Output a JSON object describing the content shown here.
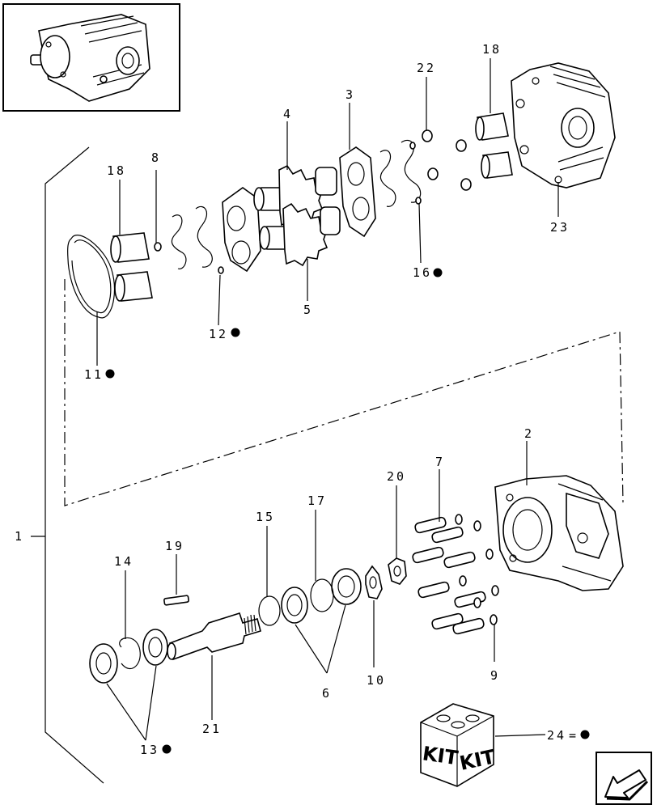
{
  "callouts": {
    "c1": "1",
    "c2": "2",
    "c3": "3",
    "c4": "4",
    "c5": "5",
    "c6": "6",
    "c7": "7",
    "c8": "8",
    "c9": "9",
    "c10": "10",
    "c11": "11",
    "c12": "12",
    "c13": "13",
    "c14": "14",
    "c15": "15",
    "c16": "16",
    "c17": "17",
    "c18a": "18",
    "c18b": "18",
    "c19": "19",
    "c20": "20",
    "c21": "21",
    "c22": "22",
    "c23": "23",
    "c24": "24"
  },
  "kit": {
    "label_left": "KIT",
    "label_right": "KIT",
    "equals": "="
  },
  "icons": {
    "kit_marker": "filled-circle-icon",
    "navigation": "arrow-back-icon"
  }
}
